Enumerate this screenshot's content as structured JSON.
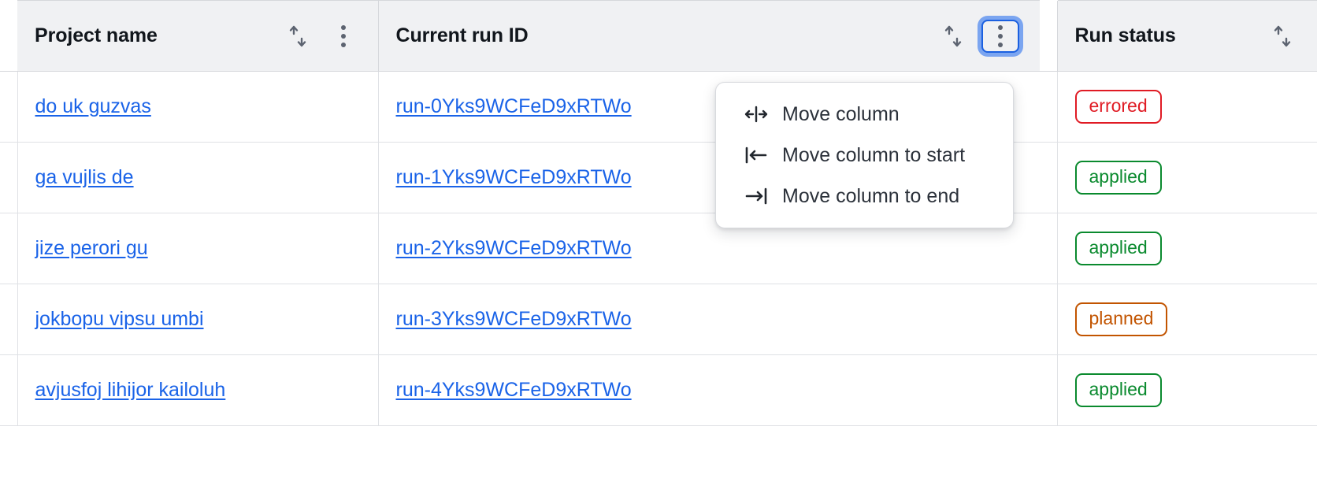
{
  "table": {
    "columns": [
      {
        "key": "project_name",
        "label": "Project name",
        "sortable": true,
        "has_menu": true,
        "menu_focused": false
      },
      {
        "key": "current_run_id",
        "label": "Current run ID",
        "sortable": true,
        "has_menu": true,
        "menu_focused": true
      },
      {
        "key": "run_status",
        "label": "Run status",
        "sortable": true,
        "has_menu": false,
        "menu_focused": false
      }
    ],
    "rows": [
      {
        "project_name": "do uk guzvas",
        "current_run_id": "run-0Yks9WCFeD9xRTWo",
        "run_status": "errored"
      },
      {
        "project_name": "ga vujlis de",
        "current_run_id": "run-1Yks9WCFeD9xRTWo",
        "run_status": "applied"
      },
      {
        "project_name": "jize perori gu",
        "current_run_id": "run-2Yks9WCFeD9xRTWo",
        "run_status": "applied"
      },
      {
        "project_name": "jokbopu vipsu umbi",
        "current_run_id": "run-3Yks9WCFeD9xRTWo",
        "run_status": "planned"
      },
      {
        "project_name": "avjusfoj lihijor kailoluh",
        "current_run_id": "run-4Yks9WCFeD9xRTWo",
        "run_status": "applied"
      }
    ]
  },
  "column_menu": {
    "open_for_column": "Current run ID",
    "items": [
      {
        "icon": "move-column-icon",
        "label": "Move column"
      },
      {
        "icon": "move-column-to-start-icon",
        "label": "Move column to start"
      },
      {
        "icon": "move-column-to-end-icon",
        "label": "Move column to end"
      }
    ]
  },
  "icons": {
    "sort": "sort-ascending-descending-icon",
    "kebab": "more-options-icon"
  },
  "colors": {
    "link": "#1a63e8",
    "header_bg": "#f0f1f3",
    "border": "#d5d7db",
    "focus_ring": "#1b60e0",
    "status_errored": "#e01b24",
    "status_applied": "#0a8a2e",
    "status_planned": "#c25400"
  }
}
